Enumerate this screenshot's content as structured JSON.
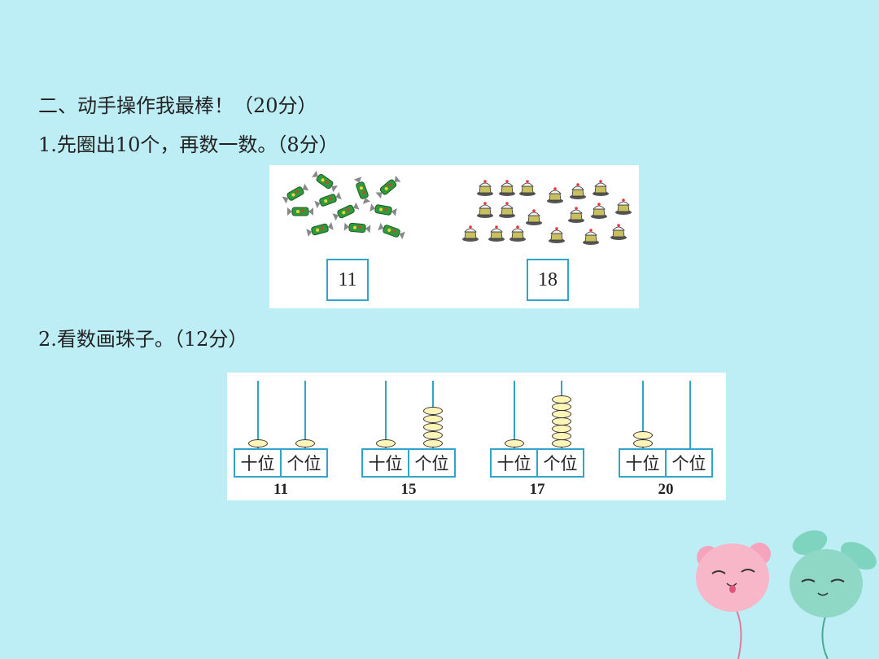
{
  "title": "二、动手操作我最棒！（20分）",
  "q1": "1.先圈出10个，再数一数。（8分）",
  "q1_answers": {
    "candies": "11",
    "cakes": "18"
  },
  "q1_pictures": {
    "candy_icon": "candy-icon",
    "cake_icon": "cake-icon"
  },
  "q2": "2.看数画珠子。（12分）",
  "abacus": [
    {
      "tens_label": "十位",
      "ones_label": "个位",
      "number": "11"
    },
    {
      "tens_label": "十位",
      "ones_label": "个位",
      "number": "15"
    },
    {
      "tens_label": "十位",
      "ones_label": "个位",
      "number": "17"
    },
    {
      "tens_label": "十位",
      "ones_label": "个位",
      "number": "20"
    }
  ],
  "colors": {
    "background": "#bdeef6",
    "accent": "#2fa6c9"
  }
}
